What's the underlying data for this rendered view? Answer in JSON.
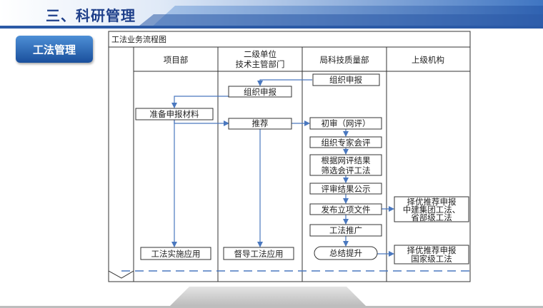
{
  "header": {
    "title": "三、科研管理"
  },
  "section": {
    "label": "工法管理"
  },
  "flowchart": {
    "title": "工法业务流程图",
    "lanes": {
      "project": "项目部",
      "secondary_line1": "二级单位",
      "secondary_line2": "技术主管部门",
      "bureau": "局科技质量部",
      "superior": "上级机构"
    },
    "boxes": {
      "org_declare_bureau": "组织申报",
      "org_declare_secondary": "组织申报",
      "prepare_materials": "准备申报材料",
      "recommend": "推荐",
      "preliminary_review": "初审（网评）",
      "expert_review": "组织专家会评",
      "screen_line1": "根据网评结果",
      "screen_line2": "筛选会评工法",
      "publicity": "评审结果公示",
      "issue_project": "发布立项文件",
      "promotion": "工法推广",
      "summary": "总结提升",
      "implement": "工法实施应用",
      "supervise": "督导工法应用",
      "group_line1": "择优推荐申报",
      "group_line2": "中建集团工法、",
      "group_line3": "省部级工法",
      "national_line1": "择优推荐申报",
      "national_line2": "国家级工法"
    }
  },
  "colors": {
    "title": "#1e3f8a",
    "arrow": "#4a78bf",
    "box_border": "#333333",
    "dash": "#4a78bf"
  }
}
